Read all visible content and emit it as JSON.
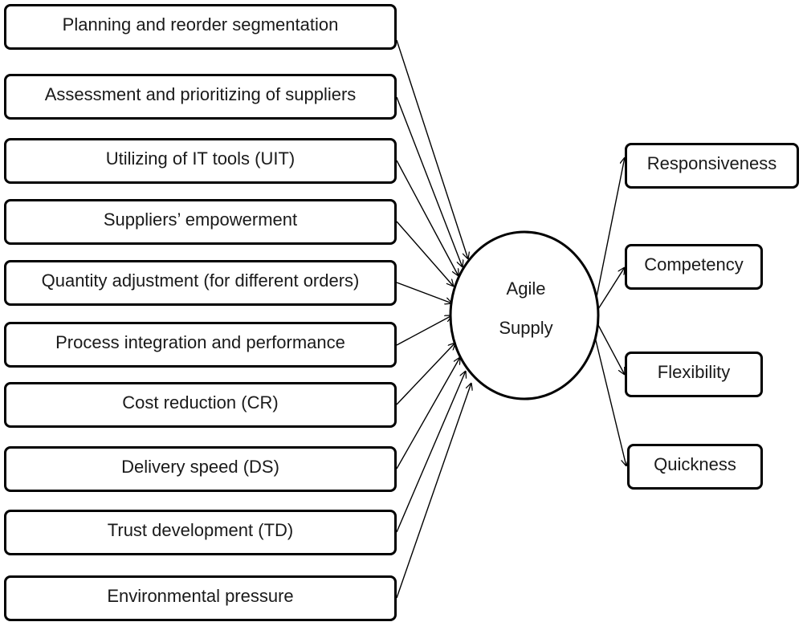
{
  "factors": [
    "Planning and reorder segmentation",
    "Assessment and prioritizing of suppliers",
    "Utilizing of IT tools (UIT)",
    "Suppliers’ empowerment",
    "Quantity adjustment (for different orders)",
    "Process integration and performance",
    "Cost reduction (CR)",
    "Delivery speed (DS)",
    "Trust development (TD)",
    "Environmental pressure"
  ],
  "center": {
    "line1": "Agile",
    "line2": "Supply"
  },
  "outcomes": [
    "Responsiveness",
    "Competency",
    "Flexibility",
    "Quickness"
  ],
  "colors": {
    "stroke": "#000000",
    "text": "#1a1a1a",
    "background": "#ffffff"
  }
}
